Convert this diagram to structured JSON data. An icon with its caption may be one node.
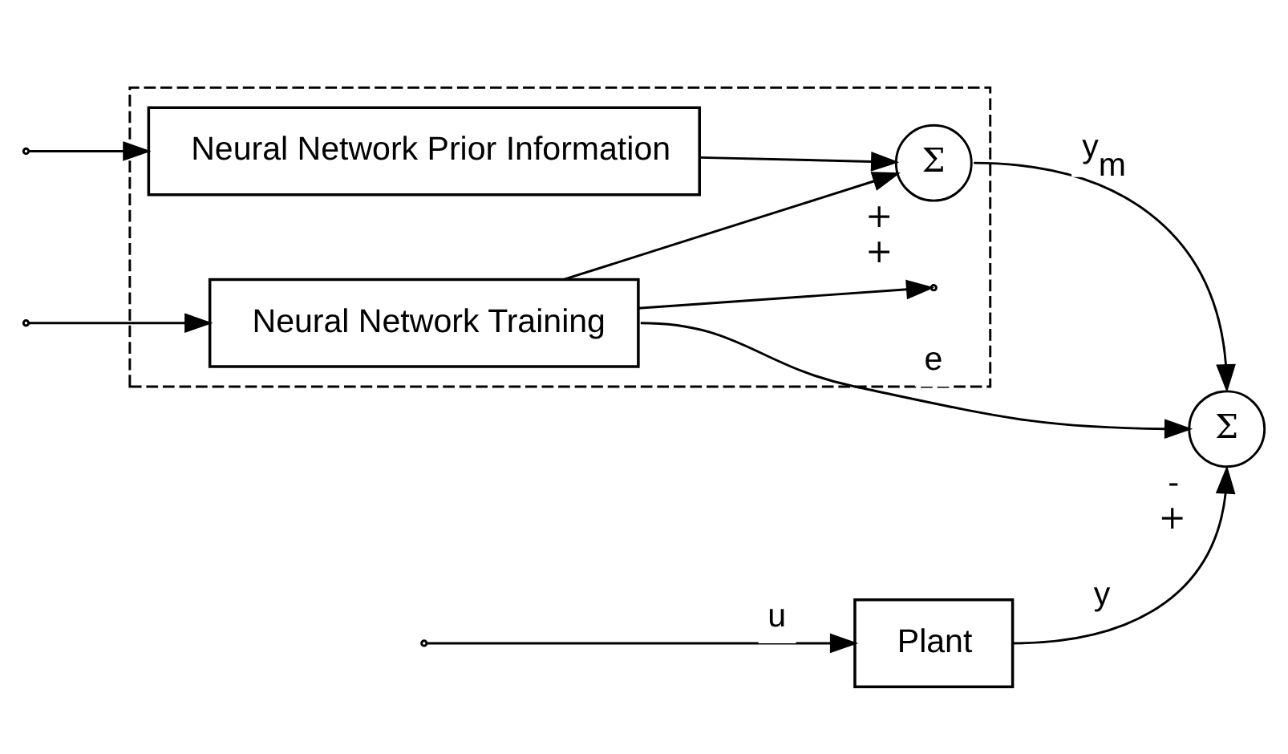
{
  "diagram": {
    "nodes": [
      {
        "text": [],
        "shape": "box"
      },
      {
        "text": [
          "Neural Network Prior Information"
        ],
        "in": 0
      },
      {
        "text": [
          "Neural Network Training"
        ],
        "in": 0
      },
      {
        "text": [
          "Σ"
        ],
        "in": 0,
        "beside": [
          "+",
          "+"
        ]
      },
      {
        "text": [
          "Σ"
        ],
        "beside": [
          "-",
          "+"
        ]
      },
      {
        "text": [
          "Plant"
        ]
      }
    ],
    "edges": [
      {
        "from": null,
        "to": 1,
        "arrow": "to"
      },
      {
        "from": 2,
        "to": null,
        "arrow": "to"
      },
      {
        "from": null,
        "to": 2,
        "arrow": "to"
      },
      {
        "from": null,
        "to": 5,
        "arrow": "to",
        "label": "u"
      },
      {
        "from": 1,
        "to": 3,
        "arrow": "to"
      },
      {
        "from": 2,
        "to": 3,
        "arrow": "to"
      },
      {
        "from": 3,
        "to": 4,
        "arrow": "to",
        "label": "y$_{m}$"
      },
      {
        "from": 2,
        "to": 4,
        "arrow": "to",
        "label": "e"
      },
      {
        "from": 5,
        "to": 4,
        "arrow": "to",
        "label": "y"
      }
    ]
  }
}
